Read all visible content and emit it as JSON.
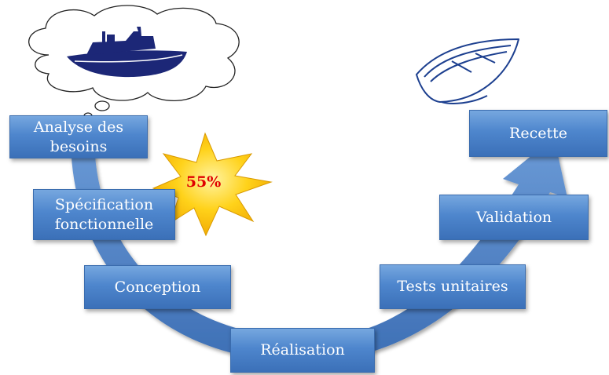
{
  "stages": {
    "analyse": "Analyse des besoins",
    "specification": "Spécification fonctionnelle",
    "conception": "Conception",
    "realisation": "Réalisation",
    "tests": "Tests unitaires",
    "validation": "Validation",
    "recette": "Recette"
  },
  "burst": {
    "label": "55%"
  },
  "colors": {
    "box": "#4e86cd",
    "arrow": "#4a7fc4",
    "burst": "#f7b500",
    "burst_text": "#e00000",
    "boat_dark": "#1c2777",
    "cloud_outline": "#000000"
  },
  "icons": [
    "cloud-thought-icon",
    "dark-boat-icon",
    "rowboat-icon",
    "starburst-icon"
  ]
}
